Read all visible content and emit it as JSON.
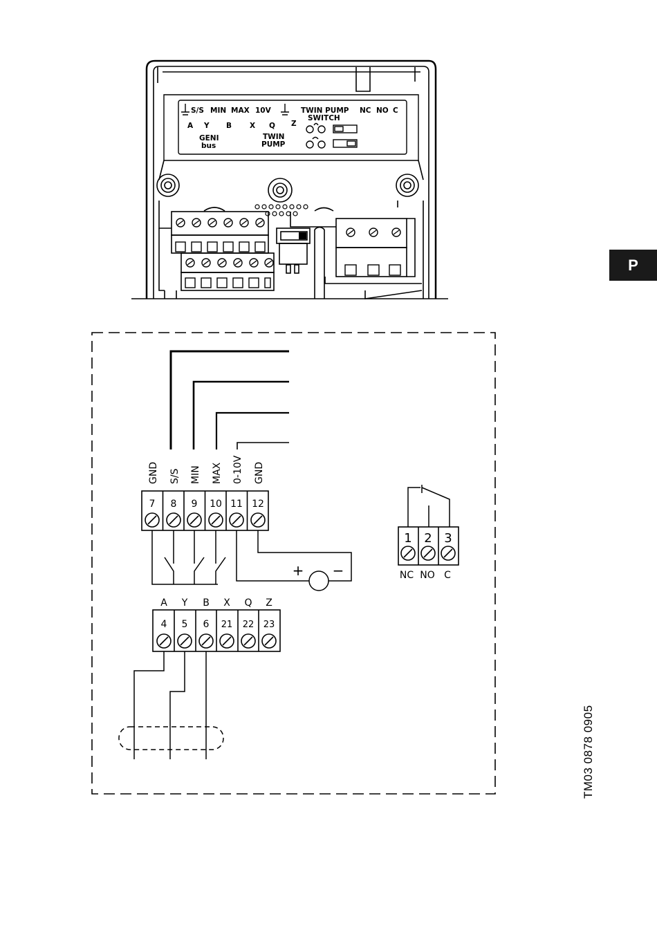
{
  "side_tab": {
    "label": "P"
  },
  "drawing_code": "TM03 0878 0905",
  "device_panel": {
    "row1": [
      "S/S",
      "MIN",
      "MAX",
      "10V",
      "TWIN PUMP",
      "NC",
      "NO",
      "C"
    ],
    "row2": [
      "A",
      "Y",
      "B",
      "X",
      "Q",
      "Z"
    ],
    "switch_word": "SWITCH",
    "geni": [
      "GENI",
      "bus"
    ],
    "twin": [
      "TWIN",
      "PUMP"
    ]
  },
  "control_terminals": {
    "functions": [
      "GND",
      "S/S",
      "MIN",
      "MAX",
      "0-10V",
      "GND"
    ],
    "numbers": [
      "7",
      "8",
      "9",
      "10",
      "11",
      "12"
    ]
  },
  "bus_terminals": {
    "letters": [
      "A",
      "Y",
      "B",
      "X",
      "Q",
      "Z"
    ],
    "numbers": [
      "4",
      "5",
      "6",
      "21",
      "22",
      "23"
    ]
  },
  "relay_terminals": {
    "numbers": [
      "1",
      "2",
      "3"
    ],
    "labels": [
      "NC",
      "NO",
      "C"
    ]
  },
  "voltage_source": {
    "plus": "+",
    "minus": "−"
  }
}
